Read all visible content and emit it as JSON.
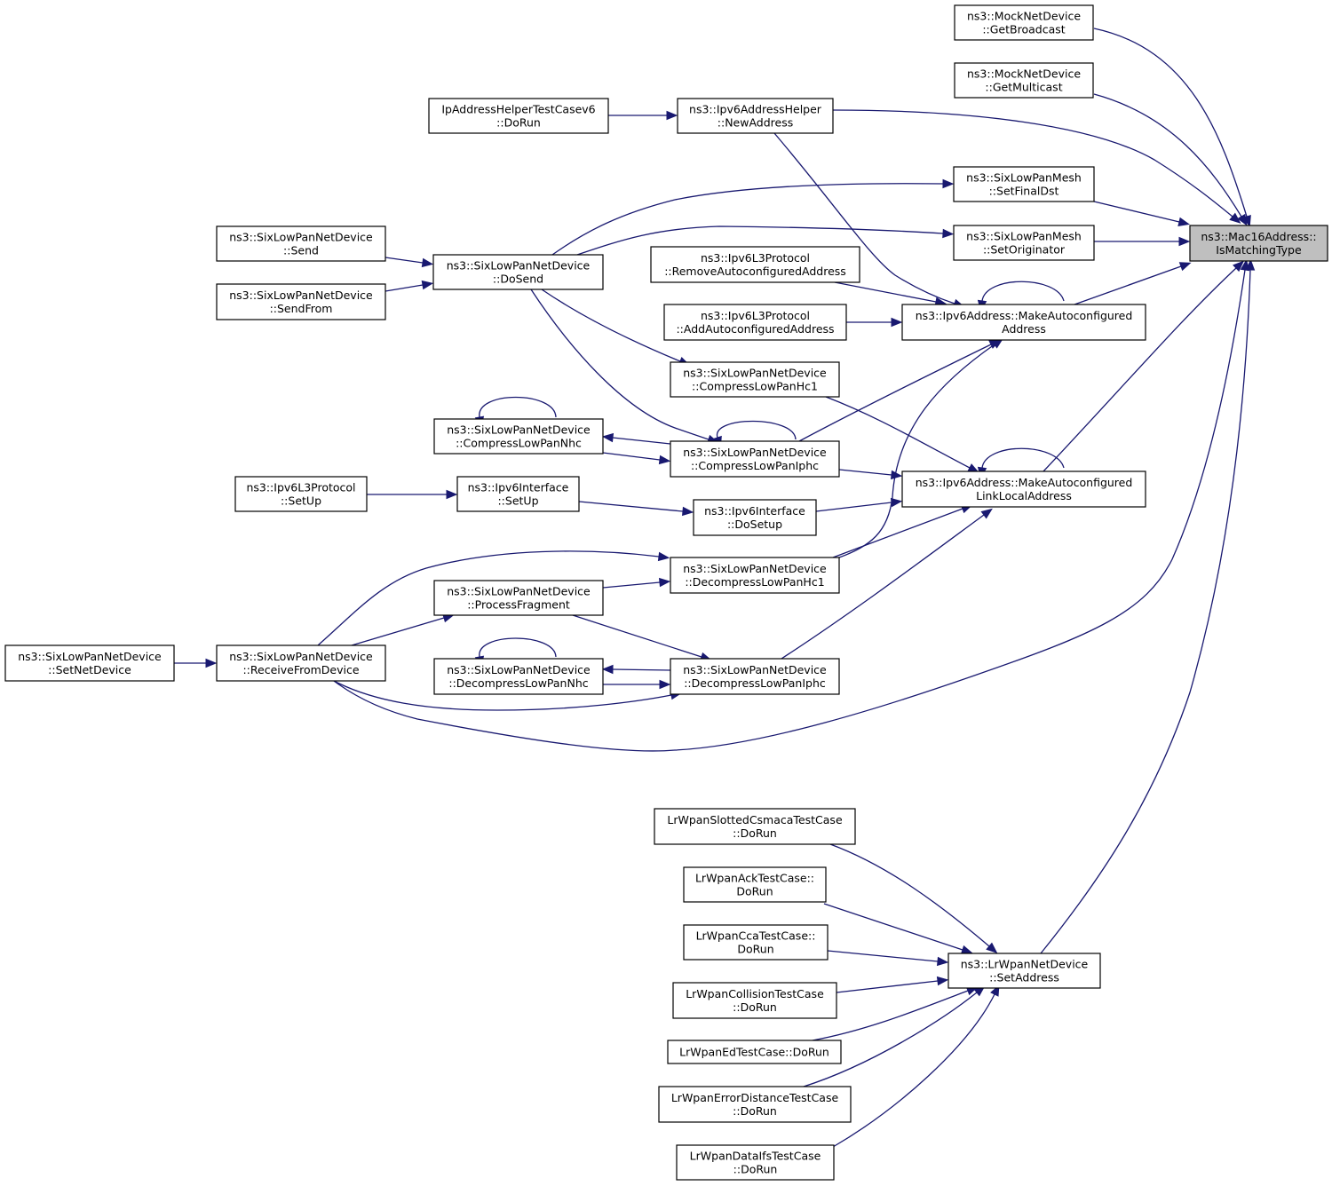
{
  "colors": {
    "edge": "#191970",
    "root_fill": "#bfbfbf",
    "node_fill": "#ffffff"
  },
  "nodes": [
    {
      "id": "root",
      "lines": [
        "ns3::Mac16Address::",
        "IsMatchingType"
      ]
    },
    {
      "id": "getbroadcast",
      "lines": [
        "ns3::MockNetDevice",
        "::GetBroadcast"
      ]
    },
    {
      "id": "getmulticast",
      "lines": [
        "ns3::MockNetDevice",
        "::GetMulticast"
      ]
    },
    {
      "id": "ipaddrtest",
      "lines": [
        "IpAddressHelperTestCasev6",
        "::DoRun"
      ]
    },
    {
      "id": "newaddress",
      "lines": [
        "ns3::Ipv6AddressHelper",
        "::NewAddress"
      ]
    },
    {
      "id": "setfinaldst",
      "lines": [
        "ns3::SixLowPanMesh",
        "::SetFinalDst"
      ]
    },
    {
      "id": "setoriginator",
      "lines": [
        "ns3::SixLowPanMesh",
        "::SetOriginator"
      ]
    },
    {
      "id": "send",
      "lines": [
        "ns3::SixLowPanNetDevice",
        "::Send"
      ]
    },
    {
      "id": "sendfrom",
      "lines": [
        "ns3::SixLowPanNetDevice",
        "::SendFrom"
      ]
    },
    {
      "id": "dosend",
      "lines": [
        "ns3::SixLowPanNetDevice",
        "::DoSend"
      ]
    },
    {
      "id": "removeauto",
      "lines": [
        "ns3::Ipv6L3Protocol",
        "::RemoveAutoconfiguredAddress"
      ]
    },
    {
      "id": "addauto",
      "lines": [
        "ns3::Ipv6L3Protocol",
        "::AddAutoconfiguredAddress"
      ]
    },
    {
      "id": "makeauto",
      "lines": [
        "ns3::Ipv6Address::MakeAutoconfigured",
        "Address"
      ]
    },
    {
      "id": "hc1",
      "lines": [
        "ns3::SixLowPanNetDevice",
        "::CompressLowPanHc1"
      ]
    },
    {
      "id": "nhc",
      "lines": [
        "ns3::SixLowPanNetDevice",
        "::CompressLowPanNhc"
      ]
    },
    {
      "id": "iphc",
      "lines": [
        "ns3::SixLowPanNetDevice",
        "::CompressLowPanIphc"
      ]
    },
    {
      "id": "makell",
      "lines": [
        "ns3::Ipv6Address::MakeAutoconfigured",
        "LinkLocalAddress"
      ]
    },
    {
      "id": "l3setup",
      "lines": [
        "ns3::Ipv6L3Protocol",
        "::SetUp"
      ]
    },
    {
      "id": "ifsetup",
      "lines": [
        "ns3::Ipv6Interface",
        "::SetUp"
      ]
    },
    {
      "id": "dosetup",
      "lines": [
        "ns3::Ipv6Interface",
        "::DoSetup"
      ]
    },
    {
      "id": "dhc1",
      "lines": [
        "ns3::SixLowPanNetDevice",
        "::DecompressLowPanHc1"
      ]
    },
    {
      "id": "procfrag",
      "lines": [
        "ns3::SixLowPanNetDevice",
        "::ProcessFragment"
      ]
    },
    {
      "id": "setnetdev",
      "lines": [
        "ns3::SixLowPanNetDevice",
        "::SetNetDevice"
      ]
    },
    {
      "id": "recvdev",
      "lines": [
        "ns3::SixLowPanNetDevice",
        "::ReceiveFromDevice"
      ]
    },
    {
      "id": "dnhc",
      "lines": [
        "ns3::SixLowPanNetDevice",
        "::DecompressLowPanNhc"
      ]
    },
    {
      "id": "diphc",
      "lines": [
        "ns3::SixLowPanNetDevice",
        "::DecompressLowPanIphc"
      ]
    },
    {
      "id": "slotted",
      "lines": [
        "LrWpanSlottedCsmacaTestCase",
        "::DoRun"
      ]
    },
    {
      "id": "ack",
      "lines": [
        "LrWpanAckTestCase::",
        "DoRun"
      ]
    },
    {
      "id": "cca",
      "lines": [
        "LrWpanCcaTestCase::",
        "DoRun"
      ]
    },
    {
      "id": "collision",
      "lines": [
        "LrWpanCollisionTestCase",
        "::DoRun"
      ]
    },
    {
      "id": "ed",
      "lines": [
        "LrWpanEdTestCase::DoRun"
      ]
    },
    {
      "id": "errdist",
      "lines": [
        "LrWpanErrorDistanceTestCase",
        "::DoRun"
      ]
    },
    {
      "id": "ifs",
      "lines": [
        "LrWpanDataIfsTestCase",
        "::DoRun"
      ]
    },
    {
      "id": "setaddress",
      "lines": [
        "ns3::LrWpanNetDevice",
        "::SetAddress"
      ]
    }
  ],
  "edges": [
    {
      "from": "getbroadcast",
      "to": "root"
    },
    {
      "from": "getmulticast",
      "to": "root"
    },
    {
      "from": "newaddress",
      "to": "root"
    },
    {
      "from": "setfinaldst",
      "to": "root"
    },
    {
      "from": "setoriginator",
      "to": "root"
    },
    {
      "from": "makeauto",
      "to": "root"
    },
    {
      "from": "makell",
      "to": "root"
    },
    {
      "from": "recvdev",
      "to": "root"
    },
    {
      "from": "setaddress",
      "to": "root"
    },
    {
      "from": "ipaddrtest",
      "to": "newaddress"
    },
    {
      "from": "newaddress",
      "to": "makeauto"
    },
    {
      "from": "dosend",
      "to": "setfinaldst"
    },
    {
      "from": "dosend",
      "to": "setoriginator"
    },
    {
      "from": "send",
      "to": "dosend"
    },
    {
      "from": "sendfrom",
      "to": "dosend"
    },
    {
      "from": "dosend",
      "to": "hc1"
    },
    {
      "from": "dosend",
      "to": "iphc"
    },
    {
      "from": "removeauto",
      "to": "makeauto"
    },
    {
      "from": "addauto",
      "to": "makeauto"
    },
    {
      "from": "makeauto",
      "to": "makeauto"
    },
    {
      "from": "hc1",
      "to": "makell"
    },
    {
      "from": "iphc",
      "to": "makeauto"
    },
    {
      "from": "iphc",
      "to": "makell"
    },
    {
      "from": "iphc",
      "to": "iphc"
    },
    {
      "from": "iphc",
      "to": "nhc"
    },
    {
      "from": "nhc",
      "to": "iphc"
    },
    {
      "from": "nhc",
      "to": "nhc"
    },
    {
      "from": "makell",
      "to": "makell"
    },
    {
      "from": "l3setup",
      "to": "ifsetup"
    },
    {
      "from": "ifsetup",
      "to": "dosetup"
    },
    {
      "from": "dosetup",
      "to": "makell"
    },
    {
      "from": "dhc1",
      "to": "makeauto"
    },
    {
      "from": "dhc1",
      "to": "makell"
    },
    {
      "from": "procfrag",
      "to": "dhc1"
    },
    {
      "from": "procfrag",
      "to": "diphc"
    },
    {
      "from": "recvdev",
      "to": "dhc1"
    },
    {
      "from": "recvdev",
      "to": "procfrag"
    },
    {
      "from": "recvdev",
      "to": "diphc"
    },
    {
      "from": "setnetdev",
      "to": "recvdev"
    },
    {
      "from": "diphc",
      "to": "makell"
    },
    {
      "from": "diphc",
      "to": "dnhc"
    },
    {
      "from": "dnhc",
      "to": "diphc"
    },
    {
      "from": "dnhc",
      "to": "dnhc"
    },
    {
      "from": "slotted",
      "to": "setaddress"
    },
    {
      "from": "ack",
      "to": "setaddress"
    },
    {
      "from": "cca",
      "to": "setaddress"
    },
    {
      "from": "collision",
      "to": "setaddress"
    },
    {
      "from": "ed",
      "to": "setaddress"
    },
    {
      "from": "errdist",
      "to": "setaddress"
    },
    {
      "from": "ifs",
      "to": "setaddress"
    }
  ]
}
